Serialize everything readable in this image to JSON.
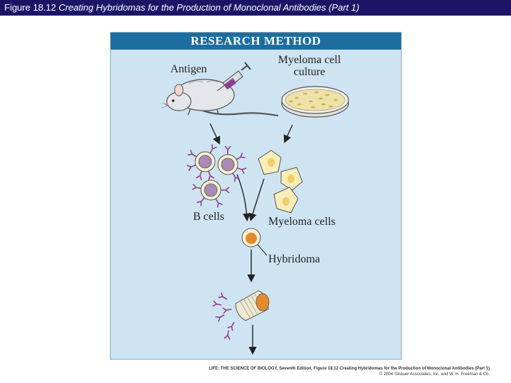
{
  "header": {
    "figure_number": "Figure 18.12",
    "figure_title": "Creating Hybridomas for the Production of Monoclonal Antibodies (Part 1)"
  },
  "panel": {
    "heading": "RESEARCH METHOD",
    "labels": {
      "antigen": "Antigen",
      "myeloma_culture_line1": "Myeloma cell",
      "myeloma_culture_line2": "culture",
      "b_cells": "B cells",
      "myeloma_cells": "Myeloma cells",
      "hybridoma": "Hybridoma"
    }
  },
  "footer": {
    "line1_book": "LIFE: THE SCIENCE OF BIOLOGY, Seventh Edition, Figure 18.12 Creating Hybridomas for the Production of Monoclonal Antibodies (Part 1)",
    "line2_copyright": "© 2004 Sinauer Associates, Inc. and W. H. Freeman & Co."
  },
  "colors": {
    "title_bar": "#1c1566",
    "panel_bg": "#cfe4f2",
    "panel_heading": "#1d6ea0",
    "antibody": "#8e3f8e",
    "b_cell_nucleus": "#a98ab4",
    "myeloma_cell": "#fbedb8",
    "hybridoma_nucleus": "#e38a2e"
  }
}
